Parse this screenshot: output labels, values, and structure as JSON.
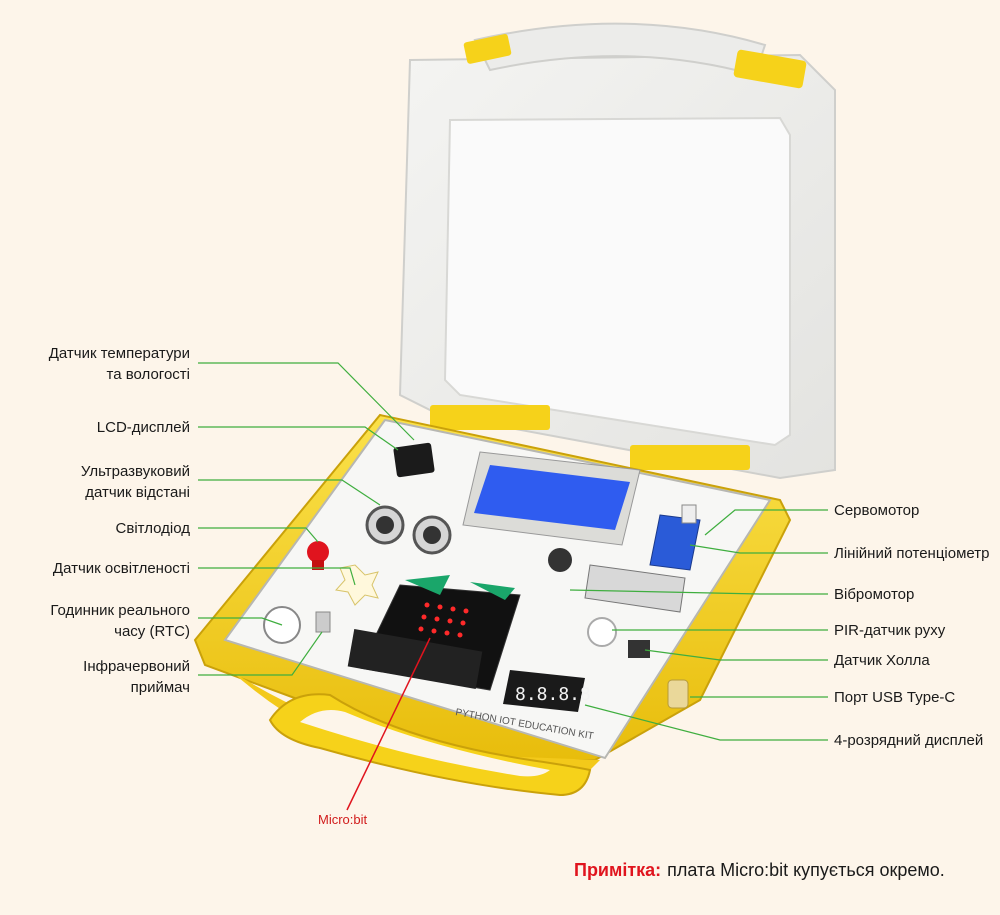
{
  "left_labels": [
    {
      "line1": "Датчик температури",
      "line2": "та вологості"
    },
    {
      "line1": "LCD-дисплей",
      "line2": ""
    },
    {
      "line1": "Ультразвуковий",
      "line2": "датчик відстані"
    },
    {
      "line1": "Світлодіод",
      "line2": ""
    },
    {
      "line1": "Датчик освітленості",
      "line2": ""
    },
    {
      "line1": "Годинник реального",
      "line2": "часу (RTC)"
    },
    {
      "line1": "Інфрачервоний",
      "line2": "приймач"
    }
  ],
  "right_labels": [
    "Сервомотор",
    "Лінійний потенціометр",
    "Вібромотор",
    "PIR-датчик руху",
    "Датчик Холла",
    "Порт USB Type-C",
    "4-розрядний дисплей"
  ],
  "microbit_label": "Micro:bit",
  "note": {
    "key": "Примітка:",
    "text": "плата Micro:bit купується окремо."
  },
  "board_text": "PYTHON IOT EDUCATION KIT",
  "seg_display": "8.8.8.8",
  "colors": {
    "leader_line": "#3fae3f",
    "microbit_line": "#e0141e",
    "case_yellow": "#f6d21a",
    "lcd_blue": "#2f5cf0",
    "note_key": "#e0141e"
  }
}
